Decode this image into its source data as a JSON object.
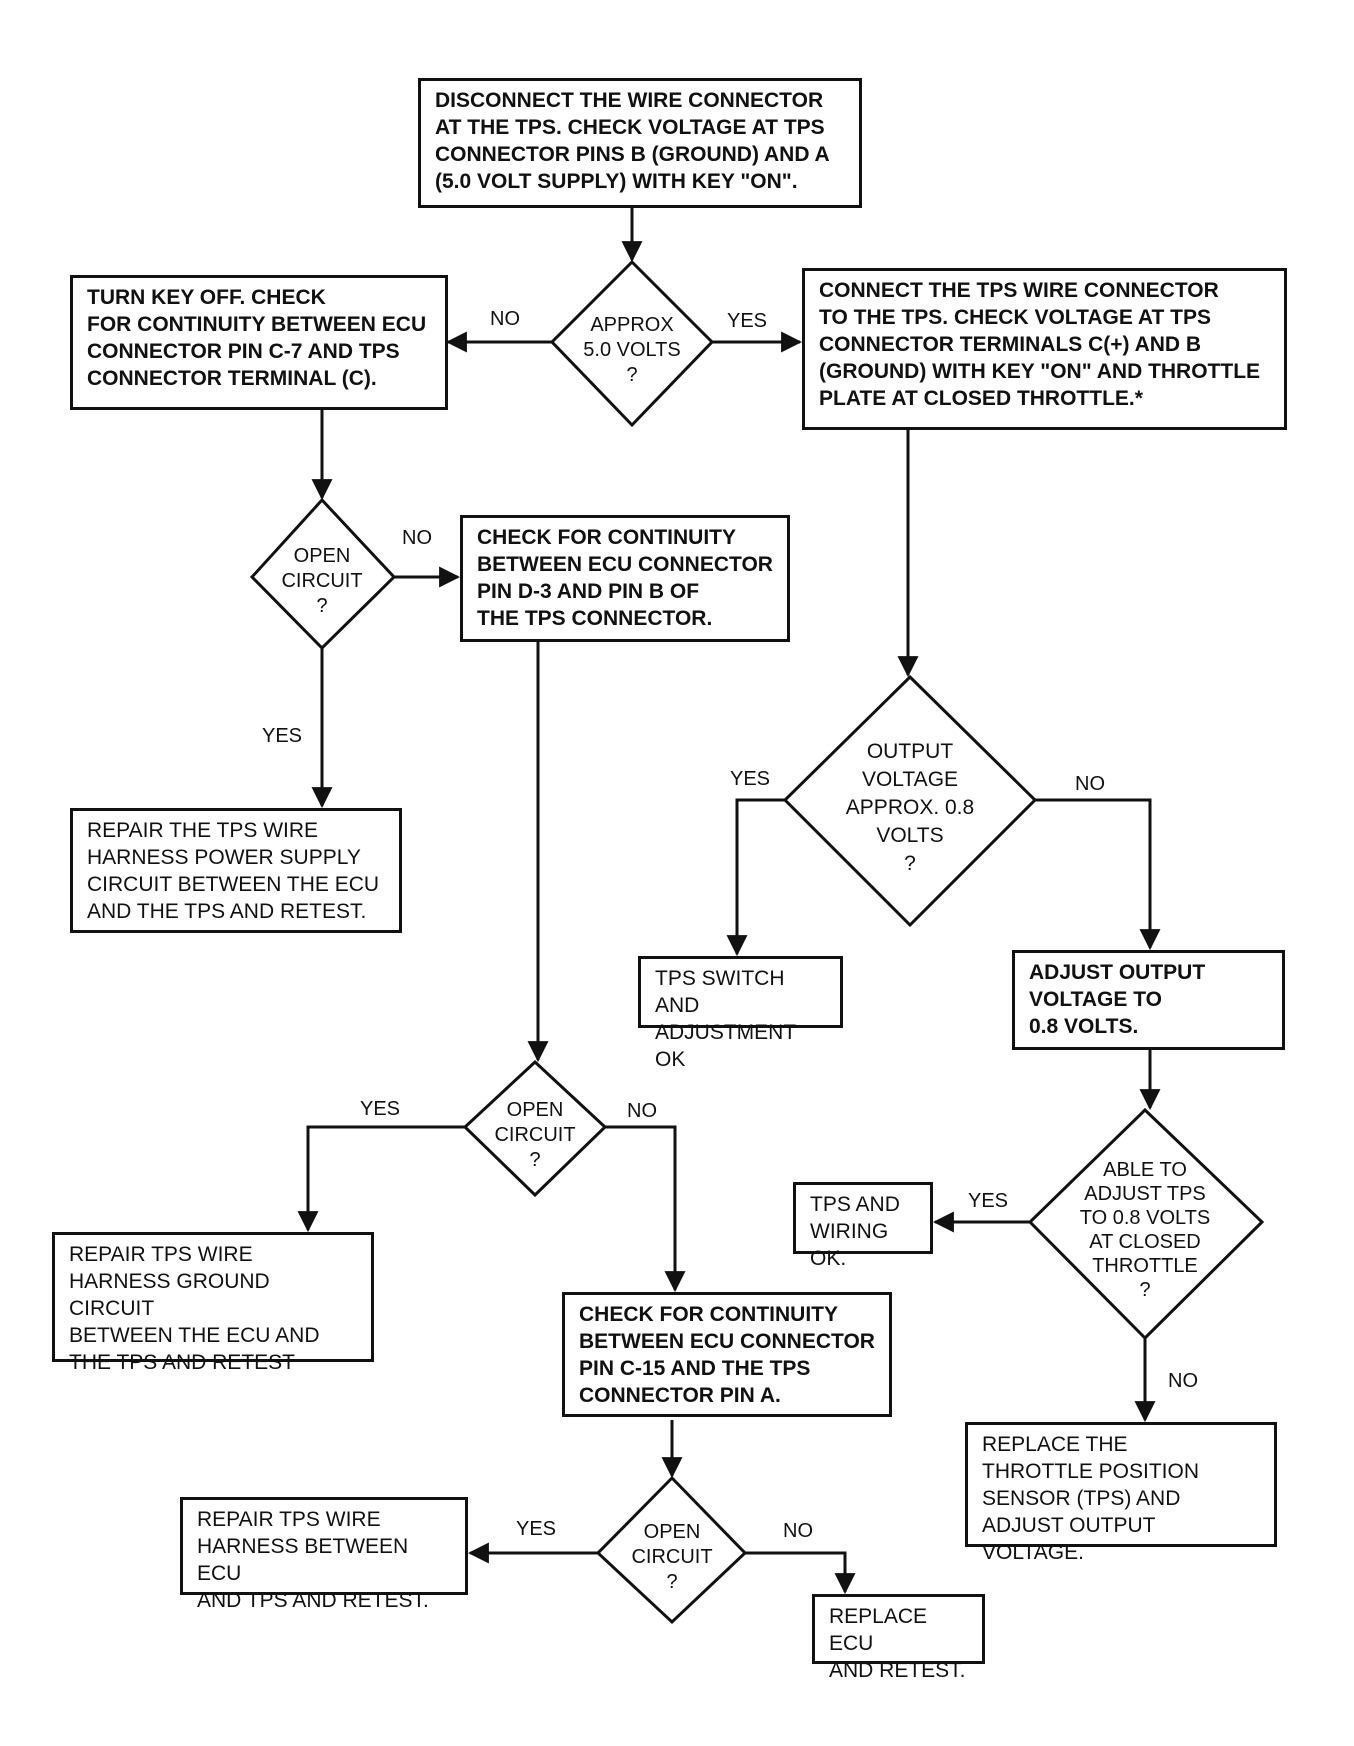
{
  "boxes": {
    "b1": "DISCONNECT THE WIRE CONNECTOR\nAT THE TPS. CHECK VOLTAGE AT TPS\nCONNECTOR PINS B (GROUND) AND A\n(5.0 VOLT SUPPLY) WITH KEY \"ON\".",
    "b2": "TURN KEY OFF. CHECK\nFOR CONTINUITY BETWEEN ECU\nCONNECTOR PIN C-7 AND TPS\nCONNECTOR TERMINAL (C).",
    "b3": "CONNECT THE TPS WIRE CONNECTOR\nTO THE TPS. CHECK VOLTAGE AT TPS\nCONNECTOR TERMINALS C(+) AND B\n(GROUND) WITH KEY \"ON\" AND THROTTLE\nPLATE AT CLOSED THROTTLE.*",
    "b4": "CHECK FOR CONTINUITY\nBETWEEN ECU CONNECTOR\nPIN D-3 AND PIN B OF\nTHE TPS CONNECTOR.",
    "b5": "REPAIR THE TPS WIRE\nHARNESS POWER SUPPLY\nCIRCUIT BETWEEN THE ECU\nAND THE TPS AND RETEST.",
    "b6": "TPS SWITCH AND\nADJUSTMENT OK",
    "b7": "ADJUST OUTPUT\nVOLTAGE TO\n0.8 VOLTS.",
    "b8": "TPS AND\nWIRING OK.",
    "b9": "REPAIR TPS WIRE\nHARNESS GROUND CIRCUIT\nBETWEEN THE ECU AND\nTHE TPS AND RETEST",
    "b10": "CHECK FOR CONTINUITY\nBETWEEN ECU CONNECTOR\nPIN C-15 AND THE TPS\nCONNECTOR PIN A.",
    "b11": "REPLACE THE\nTHROTTLE POSITION\nSENSOR (TPS) AND\nADJUST OUTPUT VOLTAGE.",
    "b12": "REPAIR TPS WIRE\nHARNESS BETWEEN ECU\nAND TPS AND RETEST.",
    "b13": "REPLACE ECU\nAND RETEST."
  },
  "decisions": {
    "d1": "APPROX\n5.0 VOLTS\n?",
    "d2": "OPEN\nCIRCUIT\n?",
    "d3": "OUTPUT\nVOLTAGE\nAPPROX. 0.8\nVOLTS\n?",
    "d4": "OPEN\nCIRCUIT\n?",
    "d5": "ABLE TO\nADJUST TPS\nTO 0.8 VOLTS\nAT CLOSED\nTHROTTLE\n?",
    "d6": "OPEN\nCIRCUIT\n?"
  },
  "labels": {
    "yes": "YES",
    "no": "NO"
  }
}
